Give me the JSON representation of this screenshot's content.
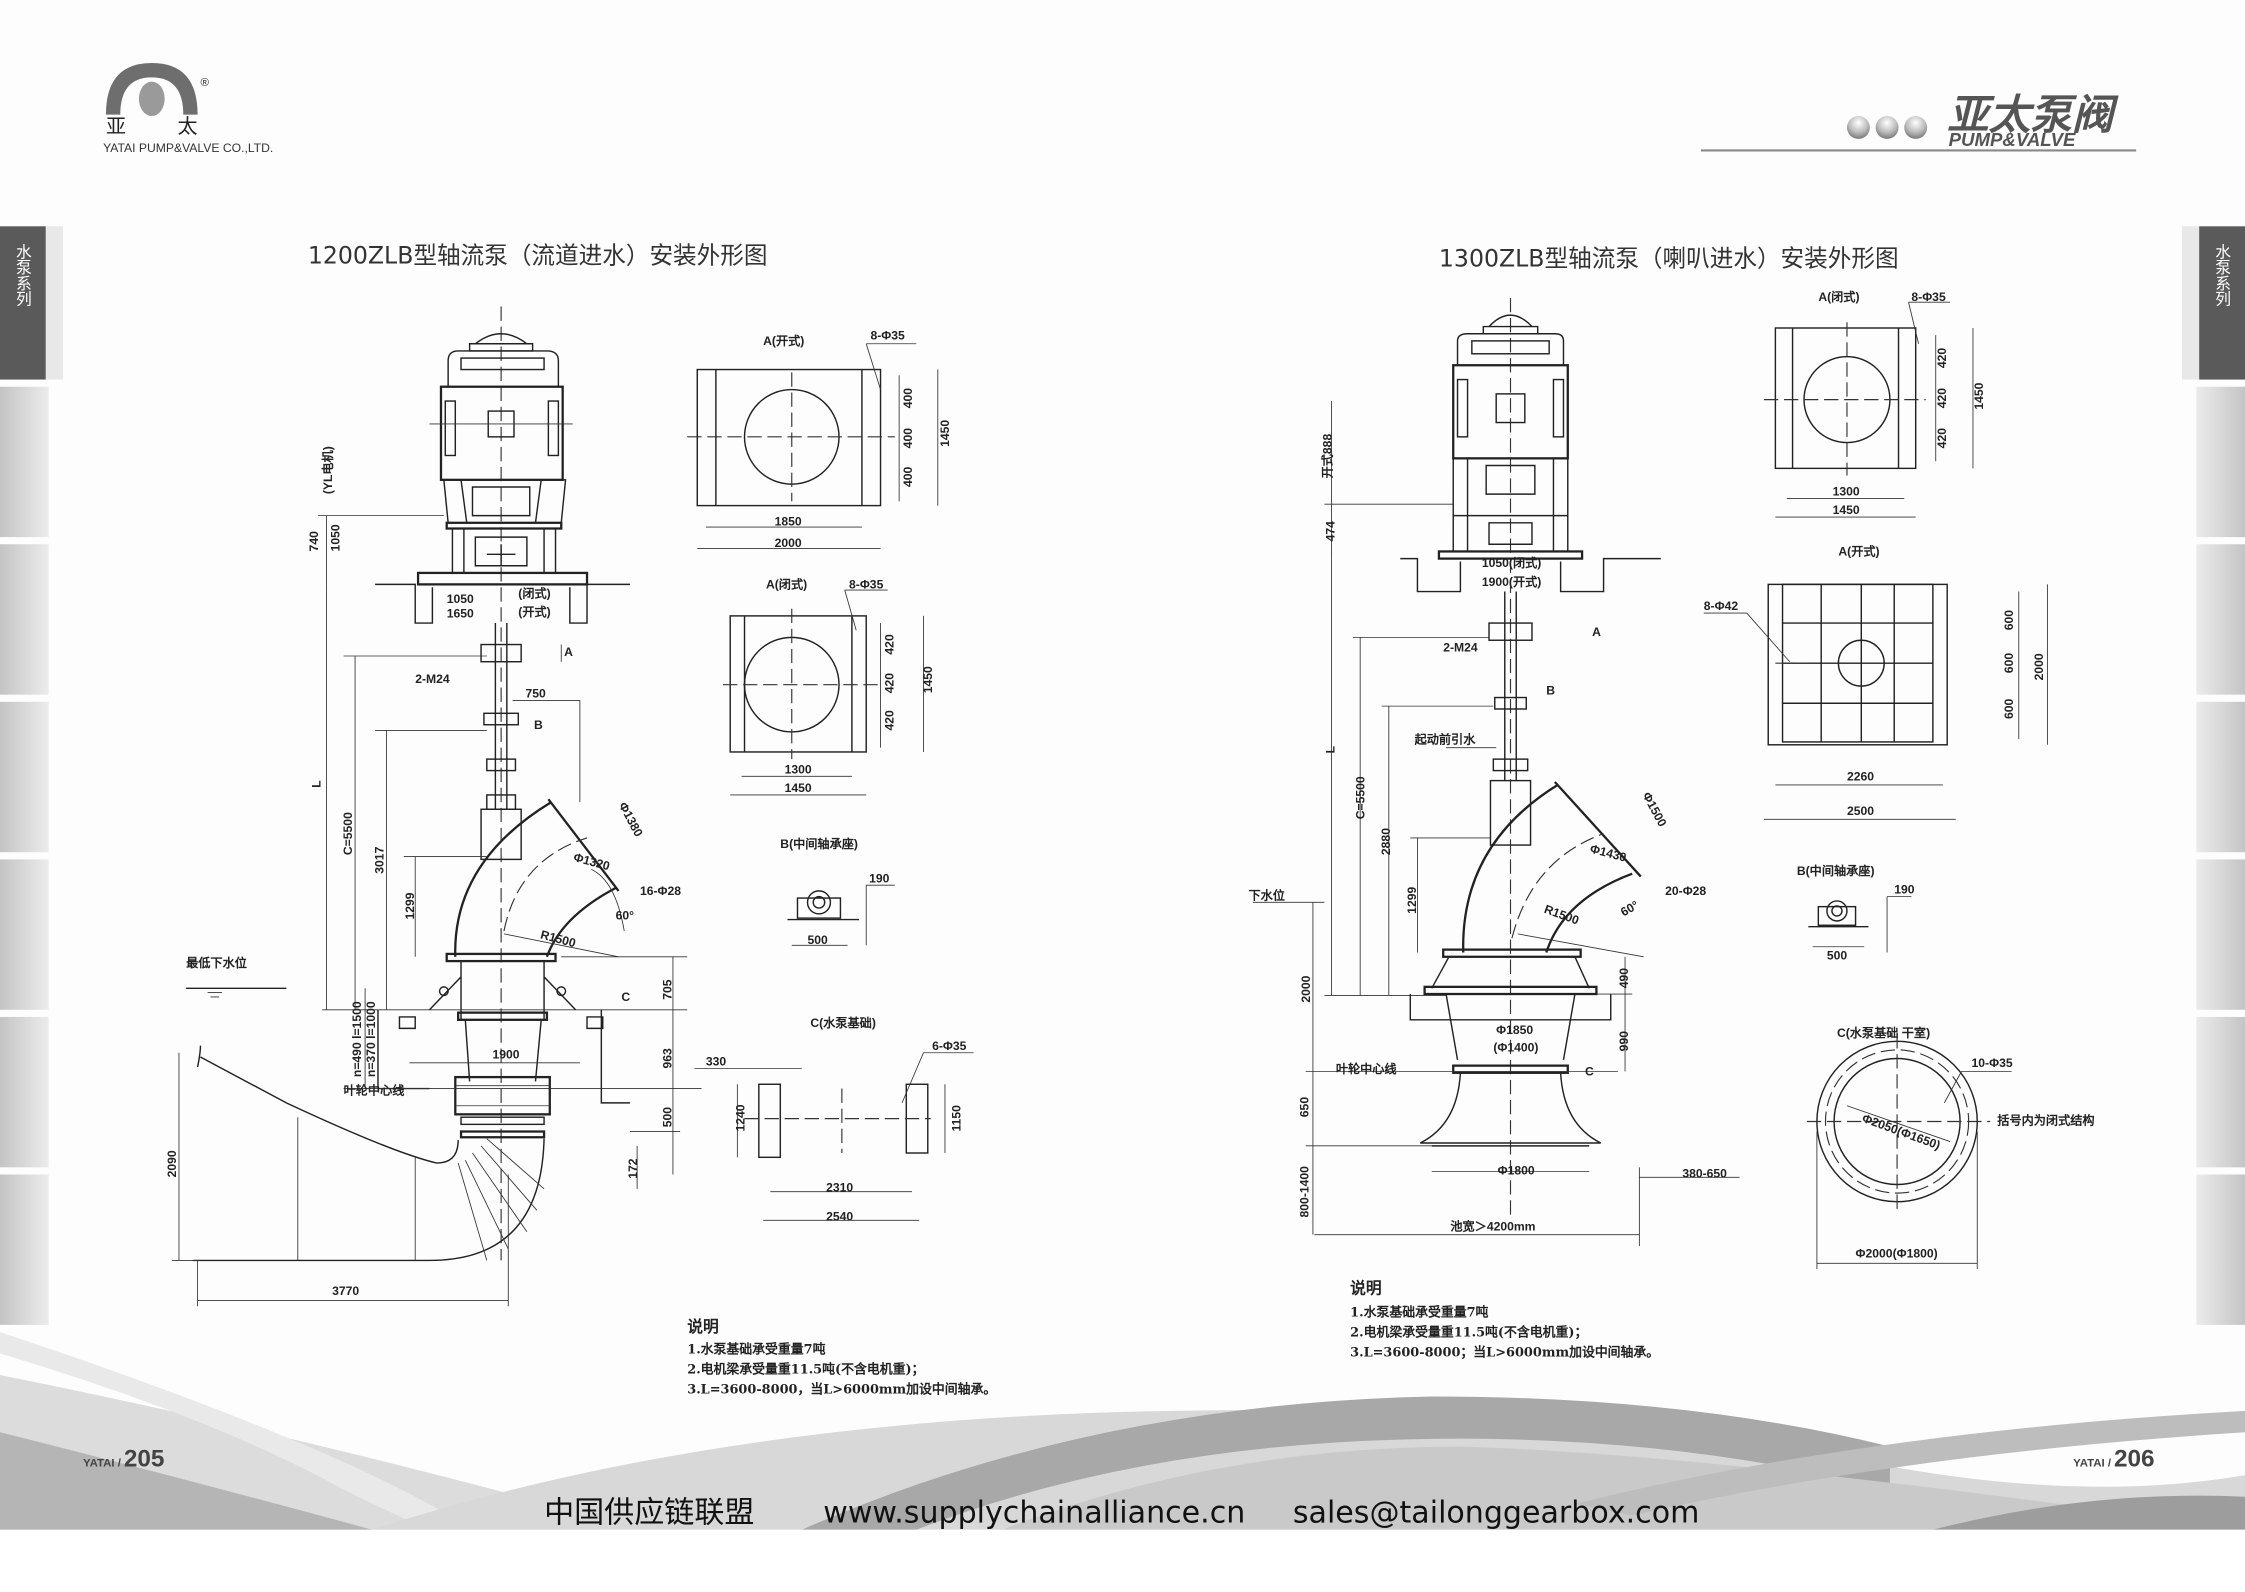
{
  "header": {
    "logo_cn_left": "亚",
    "logo_cn_right": "太",
    "registered": "®",
    "company": "YATAI PUMP&VALVE CO.,LTD.",
    "brand_cn": "亚太泵阀",
    "brand_en": "PUMP&VALVE"
  },
  "side_tab": {
    "label": "水泵系列"
  },
  "left_page": {
    "title": "1200ZLB型轴流泵（流道进水）安装外形图",
    "main_labels": [
      "(YL电机)",
      "740",
      "1050",
      "1050",
      "1650",
      "(闭式)",
      "(开式)",
      "A",
      "2-M24",
      "750",
      "B",
      "L",
      "C=5500",
      "3017",
      "1299",
      "Φ1380",
      "Φ1320",
      "16-Φ28",
      "60°",
      "R1500",
      "C",
      "705",
      "最低下水位",
      "n=490 l=1500",
      "n=370 l=1000",
      "1900",
      "963",
      "叶轮中心线",
      "500",
      "172",
      "2090",
      "3770"
    ],
    "detail_labels": [
      "A(开式)",
      "8-Φ35",
      "400",
      "400",
      "400",
      "1450",
      "1850",
      "2000",
      "A(闭式)",
      "8-Φ35",
      "420",
      "420",
      "420",
      "1450",
      "1300",
      "1450",
      "B(中间轴承座)",
      "500",
      "190",
      "C(水泵基础)",
      "330",
      "6-Φ35",
      "1240",
      "1150",
      "2310",
      "2540"
    ],
    "notes": {
      "heading": "说明",
      "items": [
        "1.水泵基础承受重量7吨",
        "2.电机梁承受量重11.5吨(不含电机重)；",
        "3.L=3600-8000，当L>6000mm加设中间轴承。"
      ]
    },
    "page": {
      "brand": "YATAI /",
      "number": "205"
    }
  },
  "right_page": {
    "title": "1300ZLB型轴流泵（喇叭进水）安装外形图",
    "main_labels": [
      "开式888",
      "474",
      "1050(闭式)",
      "1900(开式)",
      "A",
      "2-M24",
      "B",
      "起动前引水",
      "L",
      "C=5500",
      "2880",
      "Φ1500",
      "Φ1430",
      "20-Φ28",
      "60°",
      "R1500",
      "1299",
      "下水位",
      "2000",
      "490",
      "Φ1850",
      "(Φ1400)",
      "990",
      "C",
      "叶轮中心线",
      "650",
      "Φ1800",
      "380-650",
      "800-1400",
      "池宽＞4200mm"
    ],
    "detail_labels": [
      "A(闭式)",
      "8-Φ35",
      "420",
      "420",
      "420",
      "1450",
      "1300",
      "1450",
      "A(开式)",
      "8-Φ42",
      "600",
      "600",
      "600",
      "2000",
      "2260",
      "2500",
      "B(中间轴承座)",
      "500",
      "190",
      "C(水泵基础 干室)",
      "10-Φ35",
      "Φ2050(Φ1650)",
      "括号内为闭式结构",
      "Φ2000(Φ1800)"
    ],
    "notes": {
      "heading": "说明",
      "items": [
        "1.水泵基础承受重量7吨",
        "2.电机梁承受量重11.5吨(不含电机重)；",
        "3.L=3600-8000；当L>6000mm加设中间轴承。"
      ]
    },
    "page": {
      "brand": "YATAI /",
      "number": "206"
    }
  },
  "footer": {
    "org": "中国供应链联盟",
    "website": "www.supplychainalliance.cn",
    "email": "sales@tailonggearbox.com"
  },
  "colors": {
    "tab_active": "#5a5a5a",
    "tab_inactive": "#cfcfcf",
    "wave_dark": "#a8a8a8",
    "wave_light": "#dcdcdc"
  }
}
